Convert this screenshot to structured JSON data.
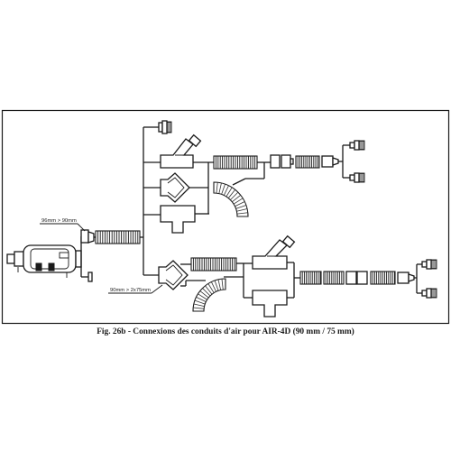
{
  "labels": {
    "reducer_top": "96mm > 90mm",
    "splitter_bottom": "90mm > 2x75mm"
  },
  "caption": "Fig. 26b - Connexions des conduits d'air pour AIR-4D (90 mm / 75 mm)",
  "colors": {
    "line": "#1a1a1a",
    "background": "#ffffff"
  }
}
